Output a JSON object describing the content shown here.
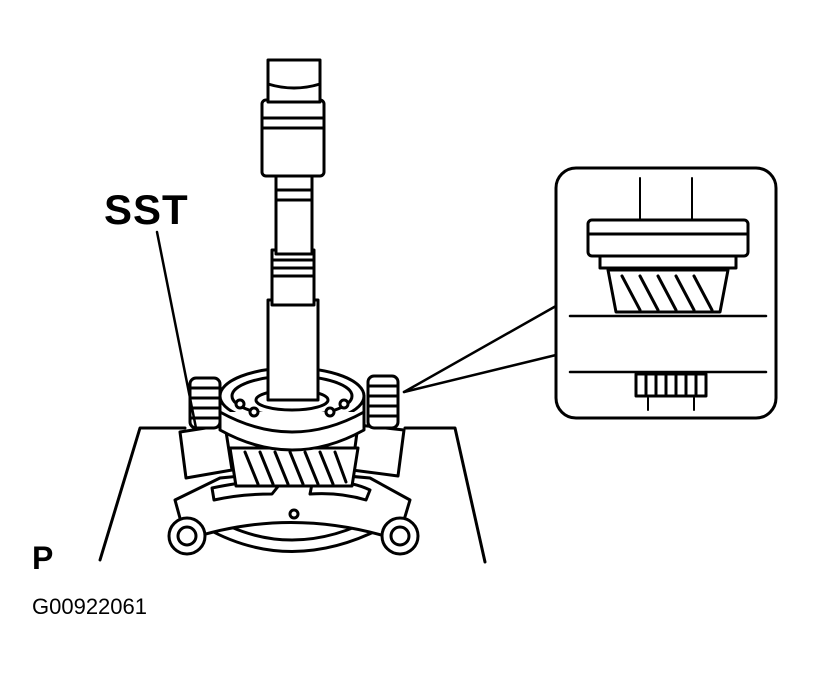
{
  "labels": {
    "tool": "SST",
    "view": "P",
    "figure_code": "G00922061"
  },
  "colors": {
    "ink": "#000000",
    "paper": "#ffffff"
  }
}
